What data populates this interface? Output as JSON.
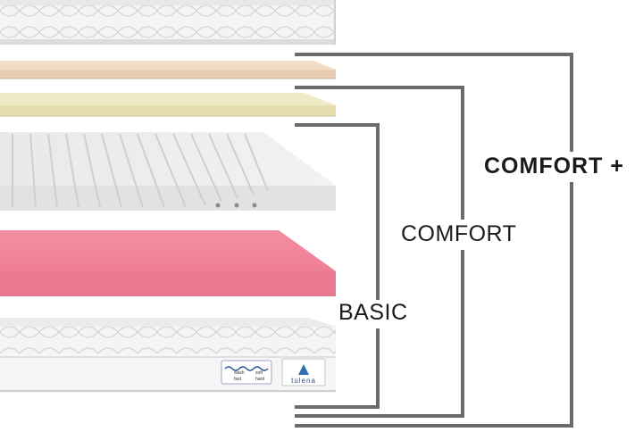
{
  "tiers": {
    "basic": "BASIC",
    "comfort": "COMFORT",
    "comfort_plus": "COMFORT +"
  },
  "label": {
    "wash": "wash",
    "soft": "soft",
    "fast": "fast",
    "hard": "hard"
  },
  "brand": {
    "name": "tulena"
  },
  "colors": {
    "bracket": "#6b6b6b",
    "cover": "#f3f3f3",
    "topper_beige": "#e9cdb3",
    "topper_yellow": "#e6deb0",
    "foam_white": "#ebebeb",
    "foam_pink": "#ee8197"
  }
}
